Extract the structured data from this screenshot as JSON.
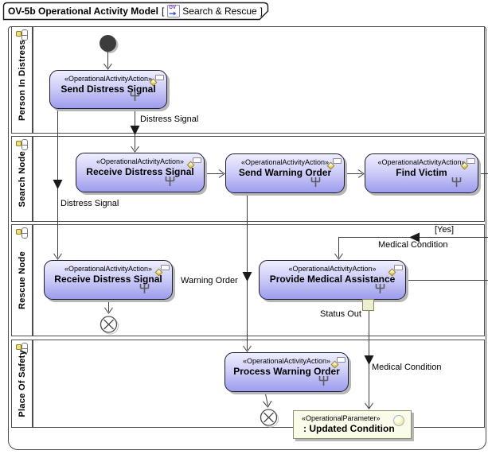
{
  "title": {
    "name": "OV-5b Operational Activity Model",
    "bracket_open": "[",
    "bracket_close": "]",
    "icon": "ov-diagram-icon",
    "icon_text": "OV",
    "diagram_name": "Search & Rescue"
  },
  "lanes": [
    {
      "name": "Person In Distress"
    },
    {
      "name": "Search Node"
    },
    {
      "name": "Rescue Node"
    },
    {
      "name": "Place Of Safety"
    }
  ],
  "action_stereotype": "«OperationalActivityAction»",
  "actions": {
    "send_distress": {
      "name": "Send Distress Signal"
    },
    "receive_distress_search": {
      "name": "Receive Distress Signal"
    },
    "send_warning": {
      "name": "Send Warning Order"
    },
    "find_victim": {
      "name": "Find Victim"
    },
    "receive_distress_rescue": {
      "name": "Receive Distress Signal"
    },
    "provide_medical": {
      "name": "Provide Medical Assistance"
    },
    "process_warning": {
      "name": "Process Warning Order"
    }
  },
  "edge_labels": {
    "distress_signal_to_search": "Distress Signal",
    "distress_signal_to_rescue": "Distress Signal",
    "warning_order": "Warning Order",
    "yes_guard": "[Yes]",
    "medical_condition_in": "Medical Condition",
    "medical_condition_out": "Medical Condition"
  },
  "pin": {
    "label": "Status Out"
  },
  "parameter": {
    "stereotype": "«OperationalParameter»",
    "name": ": Updated Condition"
  },
  "colors": {
    "action_fill_top": "#EEEEFE",
    "action_fill_bottom": "#9C9CED",
    "parameter_fill": "#FBFBE9",
    "pin_fill": "#EDEDD0",
    "line": "#3d3d3d"
  }
}
